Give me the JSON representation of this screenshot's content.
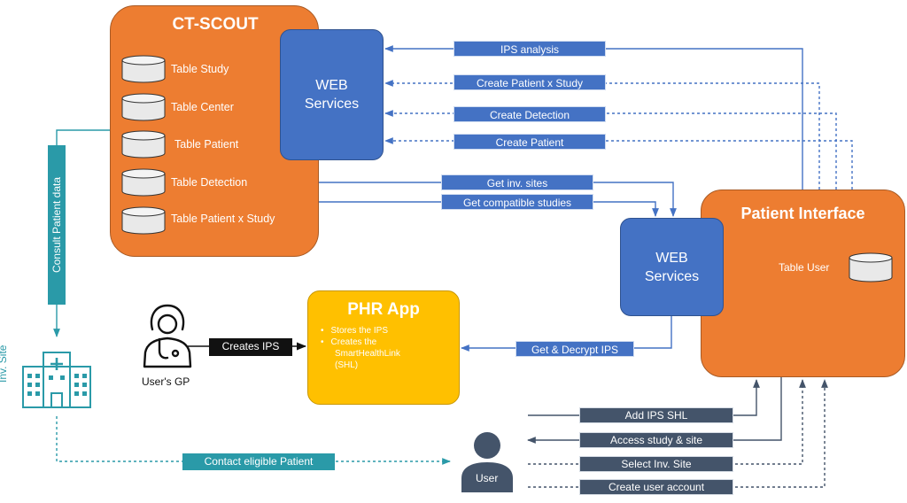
{
  "ct_scout": {
    "title": "CT-SCOUT",
    "tables": [
      "Table Study",
      "Table Center",
      "Table Patient",
      "Table Detection",
      "Table Patient x Study"
    ]
  },
  "web_services_1": {
    "line1": "WEB",
    "line2": "Services"
  },
  "web_services_2": {
    "line1": "WEB",
    "line2": "Services"
  },
  "patient_interface": {
    "title": "Patient Interface",
    "table": "Table User"
  },
  "phr_app": {
    "title": "PHR App",
    "bullets": [
      "Stores the IPS",
      "Creates the"
    ],
    "continuation": [
      "SmartHealthLink",
      "(SHL)"
    ]
  },
  "flows": {
    "ips_analysis": "IPS analysis",
    "create_patient_study": "Create Patient x Study",
    "create_detection": "Create Detection",
    "create_patient": "Create Patient",
    "get_inv_sites": "Get inv. sites",
    "get_compatible_studies": "Get compatible studies",
    "get_decrypt_ips": "Get & Decrypt IPS",
    "creates_ips": "Creates IPS",
    "consult_patient_data": "Consult Patient data",
    "contact_eligible_patient": "Contact eligible Patient",
    "add_ips_shl": "Add IPS SHL",
    "access_study_site": "Access study & site",
    "select_inv_site": "Select Inv. Site",
    "create_user_account": "Create user account"
  },
  "actors": {
    "gp": "User's GP",
    "user": "User",
    "inv_site": "Inv. Site"
  },
  "colors": {
    "orange": "#ed7d31",
    "blue": "#4472c4",
    "yellow": "#ffc000",
    "teal": "#2a9aa8",
    "slate": "#44546a"
  },
  "icons": [
    "database-icon",
    "doctor-icon",
    "hospital-icon",
    "user-icon"
  ]
}
